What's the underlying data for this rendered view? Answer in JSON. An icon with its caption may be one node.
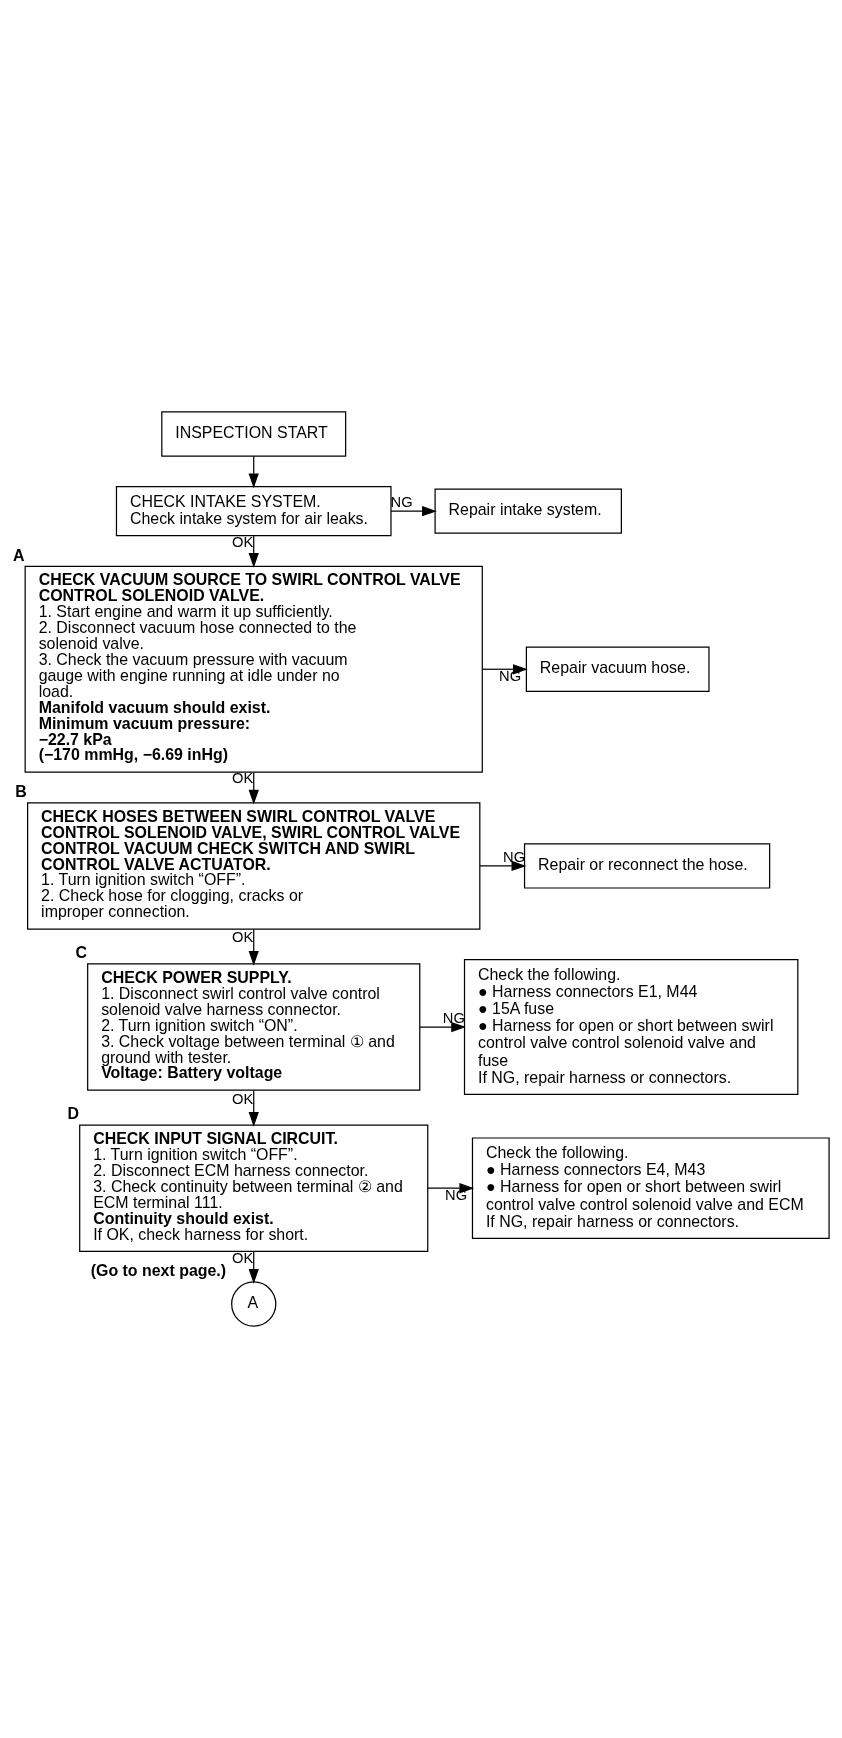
{
  "diagram": {
    "nodes": [
      {
        "text": [
          "INSPECTION START"
        ]
      },
      {
        "text": [
          "CHECK INTAKE SYSTEM.",
          "Check intake system for air leaks."
        ]
      },
      {
        "text": [
          "Repair intake system."
        ]
      },
      {
        "text": [
          "CHECK VACUUM SOURCE TO SWIRL CONTROL VALVE CONTROL SOLENOID VALVE.",
          "1. Start engine and warm it up sufficiently.",
          "2. Disconnect vacuum hose connected to the solenoid valve.",
          "3. Check the vacuum pressure with vacuum gauge with engine running at idle under no load.",
          "Manifold vacuum should exist.",
          "Minimum vacuum pressure:",
          "−22.7 kPa",
          "(−170 mmHg, −6.69 inHg)"
        ],
        "beside": [
          "A"
        ]
      },
      {
        "text": [
          "Repair vacuum hose."
        ]
      },
      {
        "text": [
          "CHECK HOSES BETWEEN SWIRL CONTROL VALVE CONTROL SOLENOID VALVE, SWIRL CONTROL VALVE CONTROL VACUUM CHECK SWITCH AND SWIRL CONTROL VALVE ACTUATOR.",
          "1. Turn ignition switch “OFF”.",
          "2. Check hose for clogging, cracks or improper connection."
        ],
        "beside": [
          "B"
        ]
      },
      {
        "text": [
          "Repair or reconnect the hose."
        ]
      },
      {
        "text": [
          "CHECK POWER SUPPLY.",
          "1. Disconnect swirl control valve control solenoid valve harness connector.",
          "2. Turn ignition switch “ON”.",
          "3. Check voltage between terminal ① and ground with tester.",
          "Voltage: Battery voltage"
        ],
        "beside": [
          "C"
        ]
      },
      {
        "text": [
          "Check the following.",
          "● Harness connectors E1, M44",
          "● 15A fuse",
          "● Harness for open or short between swirl control valve control solenoid valve and fuse",
          "If NG, repair harness or connectors."
        ]
      },
      {
        "text": [
          "CHECK INPUT SIGNAL CIRCUIT.",
          "1. Turn ignition switch “OFF”.",
          "2. Disconnect ECM harness connector.",
          "3. Check continuity between terminal ② and ECM terminal 111.",
          "Continuity should exist.",
          "If OK, check harness for short."
        ],
        "beside": [
          "D"
        ]
      },
      {
        "text": [
          "Check the following.",
          "● Harness connectors E4, M43",
          "● Harness for open or short between swirl control valve control solenoid valve and ECM",
          "If NG, repair harness or connectors."
        ]
      },
      {
        "text": [
          "A"
        ],
        "beside": [
          "(Go to next page.)"
        ]
      }
    ],
    "edges": [
      {
        "from": 0,
        "to": 1,
        "arrow": "to"
      },
      {
        "from": 1,
        "to": 2,
        "arrow": "to",
        "label": "NG"
      },
      {
        "from": 1,
        "to": 3,
        "arrow": "to",
        "label": "OK"
      },
      {
        "from": 3,
        "to": 4,
        "arrow": "to",
        "label": "NG"
      },
      {
        "from": 3,
        "to": 5,
        "arrow": "to",
        "label": "OK"
      },
      {
        "from": 5,
        "to": 6,
        "arrow": "to",
        "label": "NG"
      },
      {
        "from": 5,
        "to": 7,
        "arrow": "to",
        "label": "OK"
      },
      {
        "from": 7,
        "to": 8,
        "arrow": "to",
        "label": "NG"
      },
      {
        "from": 7,
        "to": 9,
        "arrow": "to",
        "label": "OK"
      },
      {
        "from": 9,
        "to": 10,
        "arrow": "to",
        "label": "NG"
      },
      {
        "from": 9,
        "to": 11,
        "arrow": "to",
        "label": "OK"
      }
    ]
  }
}
